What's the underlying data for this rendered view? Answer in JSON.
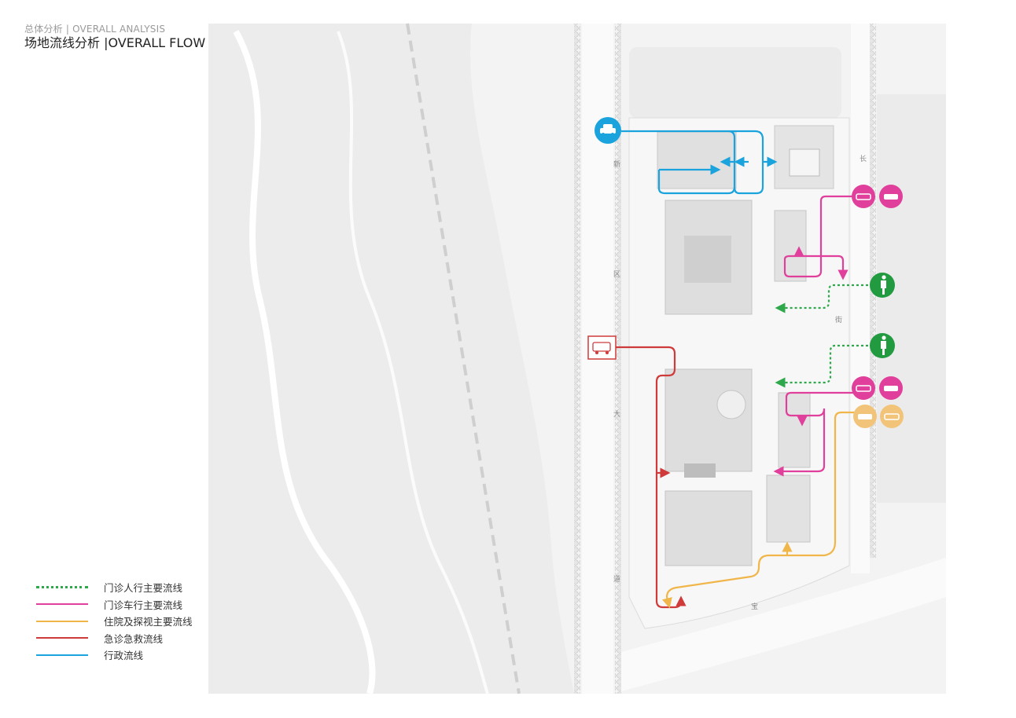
{
  "header": {
    "subtitle": "总体分析 | OVERALL ANALYSIS",
    "title": "场地流线分析 |OVERALL FLOW"
  },
  "colors": {
    "outpatient_pedestrian": "#2ea84a",
    "outpatient_vehicle": "#e0409b",
    "inpatient_visit": "#f0b64a",
    "emergency": "#cf3b3b",
    "admin": "#1aa3dc"
  },
  "legend": [
    {
      "label": "门诊人行主要流线",
      "style": "dotted",
      "color_key": "outpatient_pedestrian"
    },
    {
      "label": "门诊车行主要流线",
      "style": "solid",
      "color_key": "outpatient_vehicle"
    },
    {
      "label": "住院及探视主要流线",
      "style": "solid",
      "color_key": "inpatient_visit"
    },
    {
      "label": "急诊急救流线",
      "style": "solid",
      "color_key": "emergency"
    },
    {
      "label": "行政流线",
      "style": "solid",
      "color_key": "admin"
    }
  ],
  "street_labels": {
    "west_1": "新",
    "west_2": "区",
    "west_3": "大",
    "west_4": "道",
    "east_1": "长",
    "east_2": "街",
    "south_1": "宝"
  },
  "icons": {
    "admin_car": "car-icon",
    "outpatient_car": "car-icon",
    "pedestrian": "pedestrian-icon",
    "ambulance": "ambulance-icon",
    "inpatient_car": "car-icon"
  }
}
